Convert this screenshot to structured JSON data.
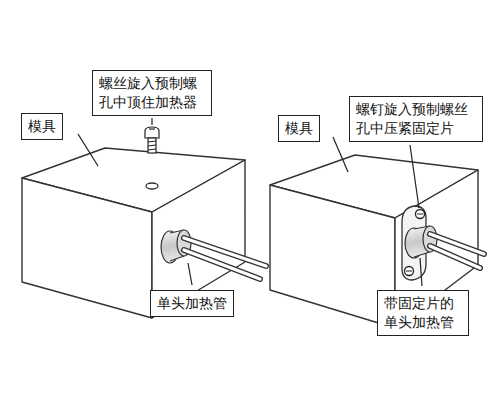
{
  "diagram": {
    "nodes": [
      {
        "text": [
          "模具"
        ]
      },
      {
        "text": [
          "螺丝旋入预制螺 孔中顶住加热器"
        ]
      },
      {
        "text": [
          "单头加热管"
        ]
      },
      {
        "text": [
          "螺钉旋入预制螺丝 孔中压紧固定片"
        ]
      },
      {
        "text": [
          "模具"
        ]
      },
      {
        "text": [
          "带固定片的 单头加热管"
        ]
      }
    ]
  }
}
